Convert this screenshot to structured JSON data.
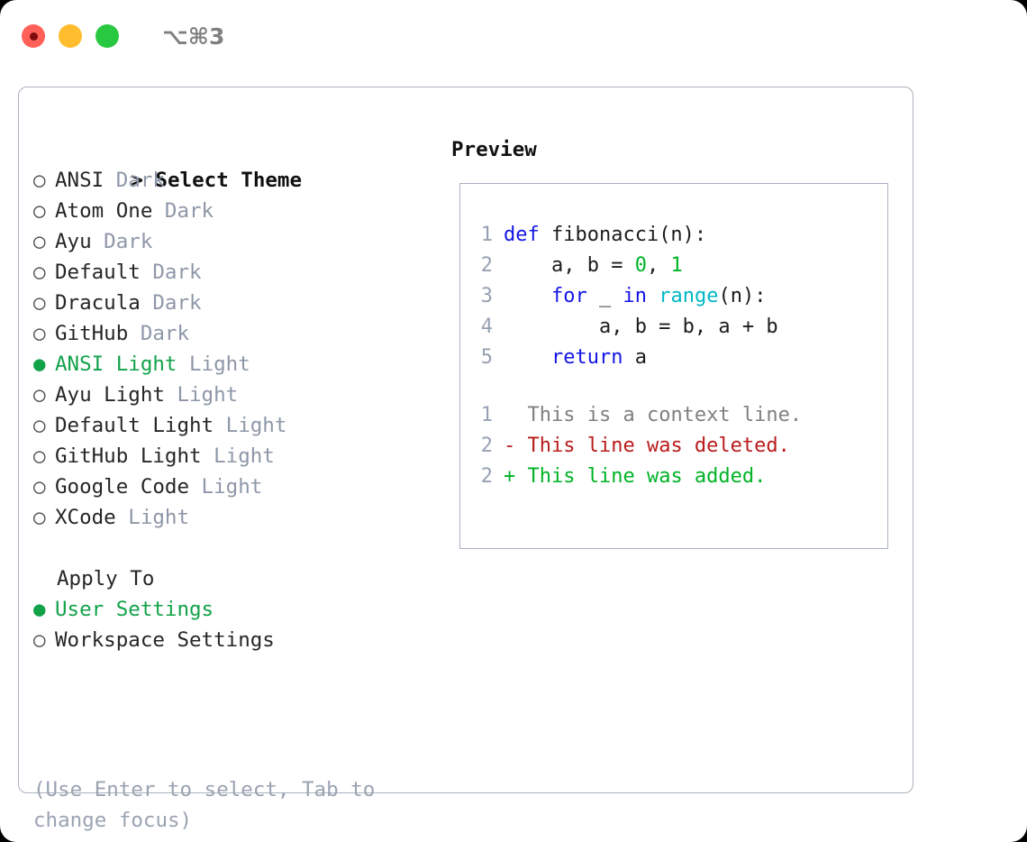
{
  "titlebar": {
    "buttons": [
      {
        "name": "close",
        "color": "#ff6058"
      },
      {
        "name": "minimize",
        "color": "#ffbd2e"
      },
      {
        "name": "zoom",
        "color": "#28c840"
      }
    ],
    "shortcut": "⌥⌘3"
  },
  "colors": {
    "selected_green": "#12a24a",
    "muted_gray": "#8e97a8",
    "border": "#aab2c0",
    "keyword_blue": "#1414e6",
    "function_cyan": "#00b8c4",
    "number_green": "#00b326",
    "diff_deleted_red": "#b91c1c",
    "diff_added_green": "#00b326"
  },
  "theme_list": {
    "heading_prefix": "> ",
    "heading": "Select Theme",
    "bullet_unselected": "○",
    "bullet_selected": "●",
    "items": [
      {
        "bullet": "○",
        "name": "ANSI",
        "category": "Dark",
        "selected": false
      },
      {
        "bullet": "○",
        "name": "Atom One",
        "category": "Dark",
        "selected": false
      },
      {
        "bullet": "○",
        "name": "Ayu",
        "category": "Dark",
        "selected": false
      },
      {
        "bullet": "○",
        "name": "Default",
        "category": "Dark",
        "selected": false
      },
      {
        "bullet": "○",
        "name": "Dracula",
        "category": "Dark",
        "selected": false
      },
      {
        "bullet": "○",
        "name": "GitHub",
        "category": "Dark",
        "selected": false
      },
      {
        "bullet": "●",
        "name": "ANSI Light",
        "category": "Light",
        "selected": true
      },
      {
        "bullet": "○",
        "name": "Ayu Light",
        "category": "Light",
        "selected": false
      },
      {
        "bullet": "○",
        "name": "Default Light",
        "category": "Light",
        "selected": false
      },
      {
        "bullet": "○",
        "name": "GitHub Light",
        "category": "Light",
        "selected": false
      },
      {
        "bullet": "○",
        "name": "Google Code",
        "category": "Light",
        "selected": false
      },
      {
        "bullet": "○",
        "name": "XCode",
        "category": "Light",
        "selected": false
      }
    ]
  },
  "apply_to": {
    "heading": "Apply To",
    "items": [
      {
        "bullet": "●",
        "name": "User Settings",
        "selected": true
      },
      {
        "bullet": "○",
        "name": "Workspace Settings",
        "selected": false
      }
    ]
  },
  "hint": "(Use Enter to select, Tab to change focus)",
  "preview": {
    "title": "Preview",
    "code_lines": [
      {
        "num": "1",
        "tokens": [
          {
            "t": "def ",
            "c": "kw"
          },
          {
            "t": "fibonacci(n):",
            "c": "txt"
          }
        ]
      },
      {
        "num": "2",
        "tokens": [
          {
            "t": "    a, b = ",
            "c": "txt"
          },
          {
            "t": "0",
            "c": "num"
          },
          {
            "t": ", ",
            "c": "txt"
          },
          {
            "t": "1",
            "c": "num"
          }
        ]
      },
      {
        "num": "3",
        "tokens": [
          {
            "t": "    ",
            "c": "txt"
          },
          {
            "t": "for",
            "c": "kw"
          },
          {
            "t": " _ ",
            "c": "txt"
          },
          {
            "t": "in",
            "c": "kw"
          },
          {
            "t": " ",
            "c": "txt"
          },
          {
            "t": "range",
            "c": "fn"
          },
          {
            "t": "(n):",
            "c": "txt"
          }
        ]
      },
      {
        "num": "4",
        "tokens": [
          {
            "t": "        a, b = b, a + b",
            "c": "txt"
          }
        ]
      },
      {
        "num": "5",
        "tokens": [
          {
            "t": "    ",
            "c": "txt"
          },
          {
            "t": "return",
            "c": "kw"
          },
          {
            "t": " a",
            "c": "txt"
          }
        ]
      }
    ],
    "diff_lines": [
      {
        "num": "1",
        "marker": "  ",
        "text": "This is a context line.",
        "kind": "ctx"
      },
      {
        "num": "2",
        "marker": "- ",
        "text": "This line was deleted.",
        "kind": "del"
      },
      {
        "num": "2",
        "marker": "+ ",
        "text": "This line was added.",
        "kind": "add"
      }
    ]
  }
}
